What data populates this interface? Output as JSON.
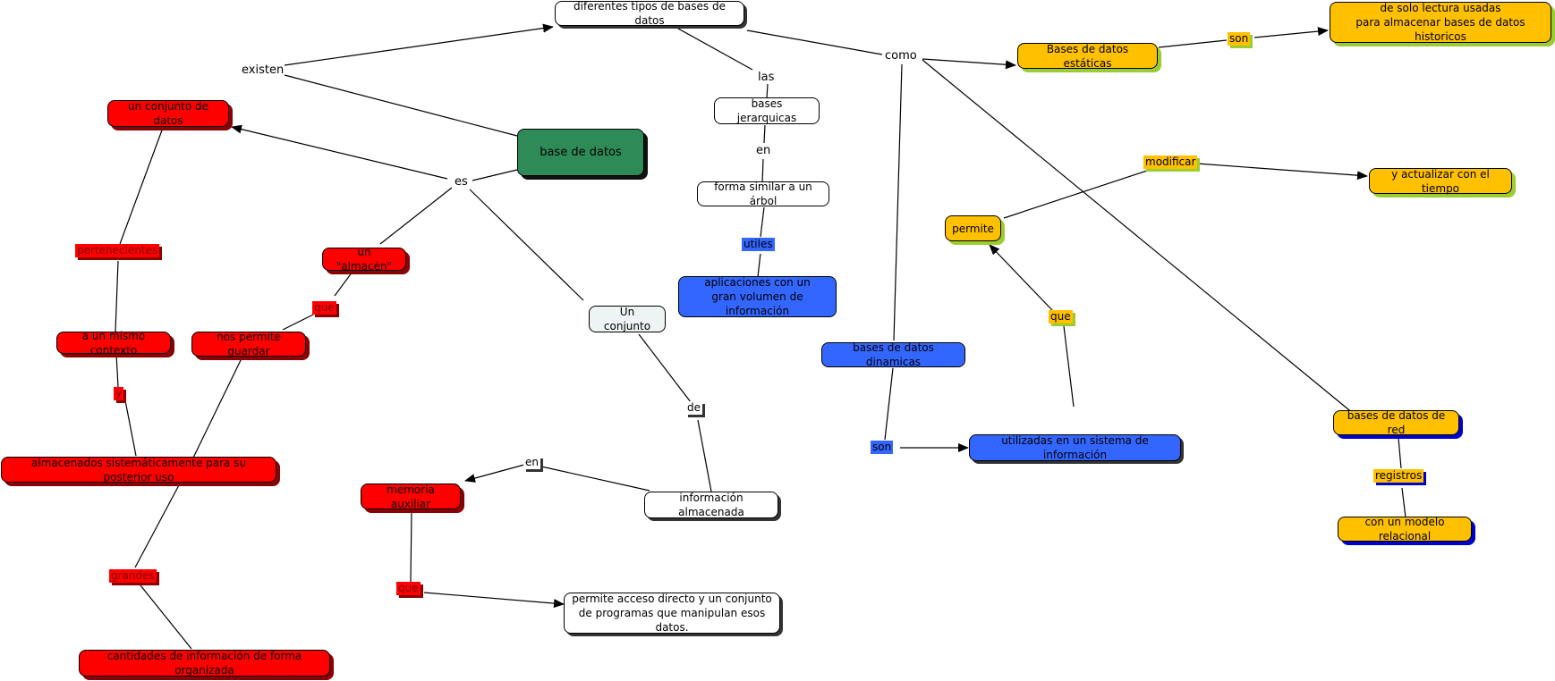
{
  "nodes": {
    "tipos": "diferentes tipos de bases de datos",
    "base_datos": "base de datos",
    "conjunto_datos": "un conjunto de datos",
    "almacen": "un \"almacén\"",
    "nos_permite": "nos permite guardar",
    "mismo_contexto": "a un mismo contexto",
    "almacenados": "almacenados sistemáticamente para su posterior uso",
    "cantidades": "cantidades de información de forma organizada",
    "un_conjunto": "Un conjunto",
    "info_almacenada": "información almacenada",
    "memoria": "memoria auxiliar",
    "acceso_directo": "permite acceso directo y un conjunto\nde programas que manipulan esos datos.",
    "jerarquicas": "bases jerarquicas",
    "arbol": "forma similar a un árbol",
    "aplicaciones": "aplicaciones con un\ngran volumen de información",
    "estaticas": "Bases de datos estáticas",
    "solo_lectura": "de solo lectura usadas\npara almacenar bases de datos historicos",
    "permite": "permite",
    "actualizar": "y actualizar con el tiempo",
    "dinamicas": "bases de datos dinamicas",
    "utilizadas": "utilizadas en un sistema de información",
    "red": "bases de datos de red",
    "relacional": "con un modelo relacional"
  },
  "labels": {
    "existen": "existen",
    "es": "es",
    "las": "las",
    "en1": "en",
    "utiles": "utiles",
    "como": "como",
    "son1": "son",
    "modificar": "modificar",
    "que_y": "que",
    "son2": "son",
    "registros": "registros",
    "pertenecientes": "pertenecientes",
    "que_r1": "que",
    "y": "y",
    "grandes": "grandes",
    "de": "de",
    "en2": "en",
    "que_r2": "que"
  },
  "colors": {
    "red": "#ff0000",
    "yellow": "#ffc000",
    "blue": "#3366ff",
    "green": "#2e8b57"
  }
}
